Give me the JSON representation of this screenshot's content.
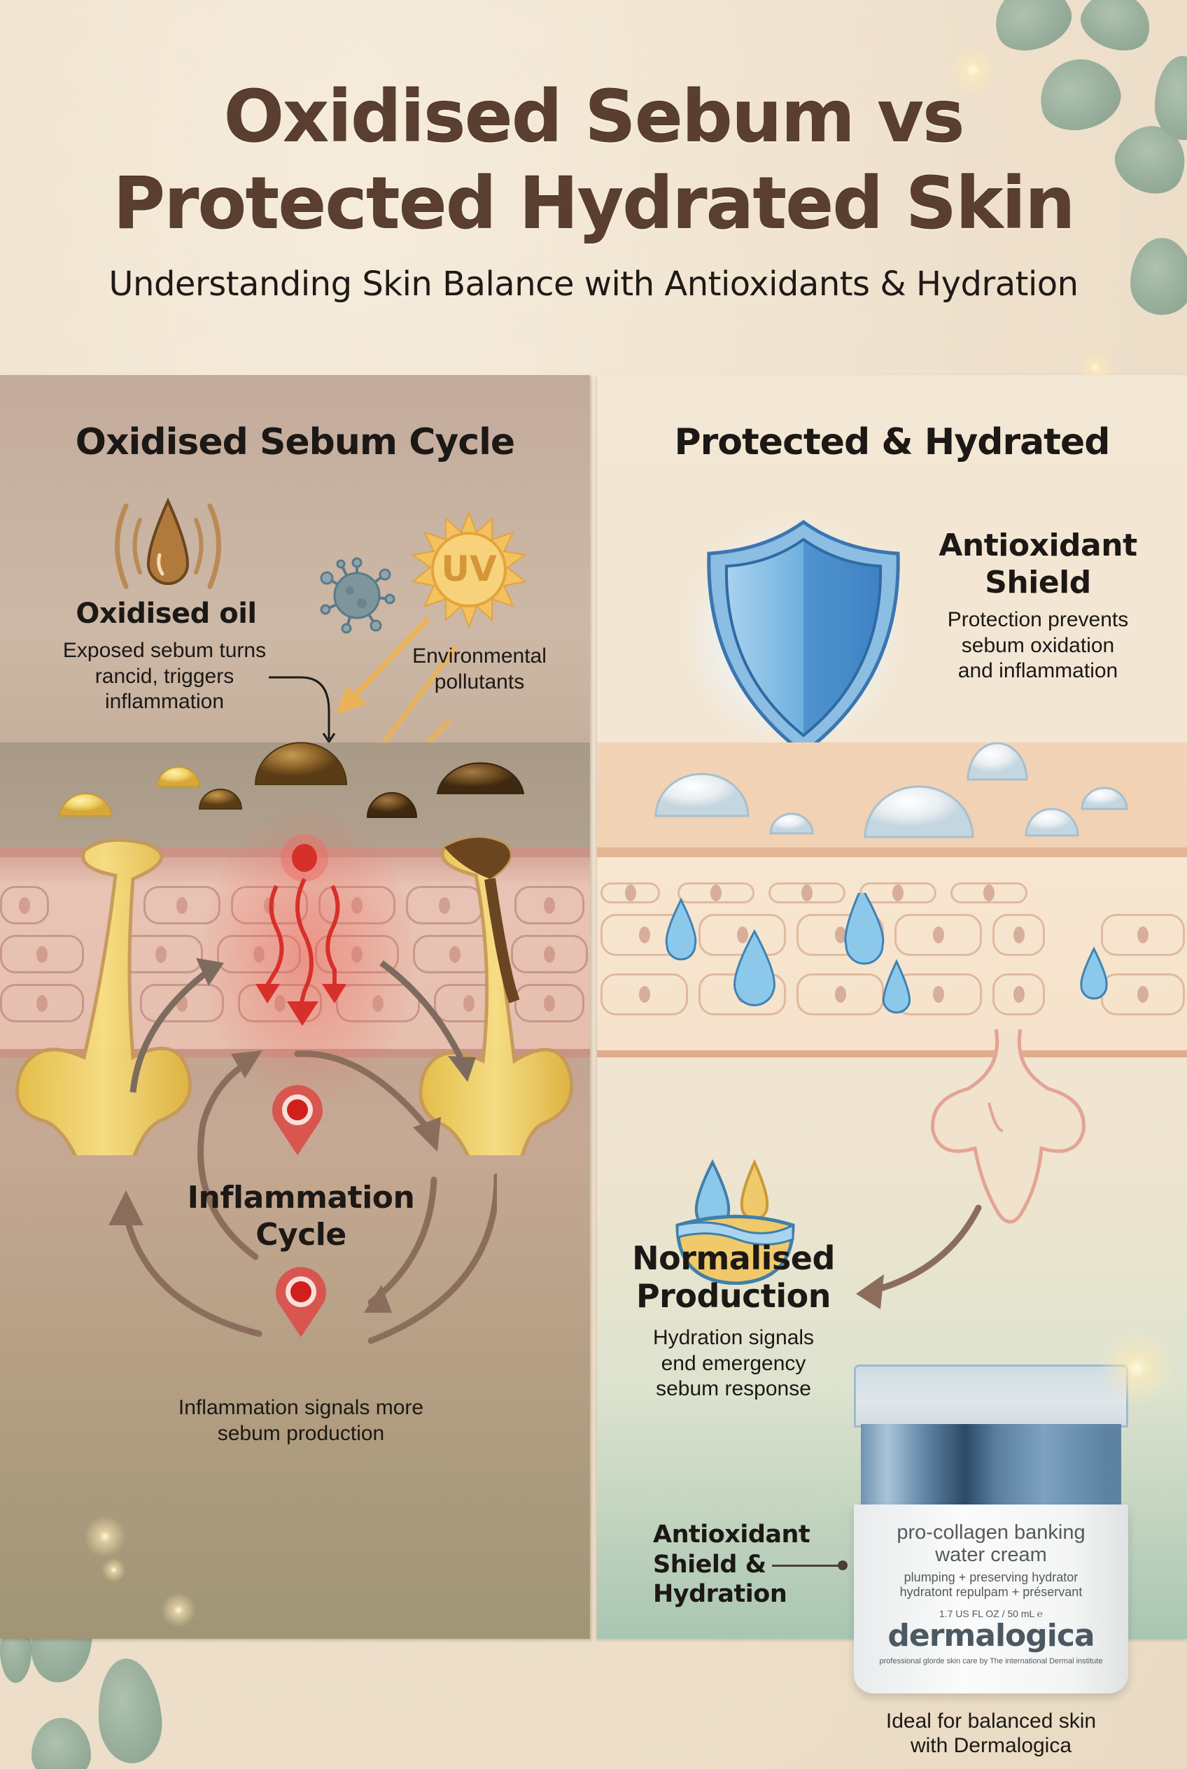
{
  "header": {
    "title_line1": "Oxidised Sebum vs",
    "title_line2": "Protected Hydrated Skin",
    "subtitle": "Understanding Skin Balance with Antioxidants & Hydration"
  },
  "left_panel": {
    "title": "Oxidised Sebum Cycle",
    "oxidised_oil": {
      "icon": "oil-drop-icon",
      "heading": "Oxidised oil",
      "description_lines": [
        "Exposed sebum turns",
        "rancid, triggers",
        "inflammation"
      ]
    },
    "uv_badge": "UV",
    "pollutants_label_lines": [
      "Environmental",
      "pollutants"
    ],
    "inflammation_cycle": {
      "heading_lines": [
        "Inflammation",
        "Cycle"
      ],
      "caption_lines": [
        "Inflammation signals more",
        "sebum production"
      ]
    }
  },
  "right_panel": {
    "title": "Protected & Hydrated",
    "antioxidant_shield": {
      "heading_lines": [
        "Antioxidant",
        "Shield"
      ],
      "description_lines": [
        "Protection prevents",
        "sebum oxidation",
        "and inflammation"
      ]
    },
    "normalised_production": {
      "heading_lines": [
        "Normalised",
        "Production"
      ],
      "description_lines": [
        "Hydration signals",
        "end emergency",
        "sebum response"
      ]
    },
    "callout_lines": [
      "Antioxidant",
      "Shield &",
      "Hydration"
    ],
    "product": {
      "name_lines": [
        "pro-collagen banking",
        "water cream"
      ],
      "subtitle_lines": [
        "plumping + preserving hydrator",
        "hydratont repulpam + préservant"
      ],
      "size": "1.7 US FL OZ / 50 mL ℮",
      "brand": "dermalogica",
      "tagline": "professional glorde skin care by The international Dermal institute"
    },
    "footer_lines": [
      "Ideal for balanced skin",
      "with Dermalogica"
    ]
  },
  "colors": {
    "title_brown": "#5a3f30",
    "text_dark": "#1c1815",
    "left_panel_bg": "#c3ab9b",
    "right_panel_bg": "#f3e7d5",
    "right_panel_bottom": "#a9c6b2",
    "inflammation_red": "#d7302a",
    "shield_blue": "#3f82c4",
    "water_blue": "#8cc8ea",
    "oil_yellow": "#f1d266",
    "oxidised_brown": "#6b4a1e",
    "leaf_green": "#8fa996"
  }
}
